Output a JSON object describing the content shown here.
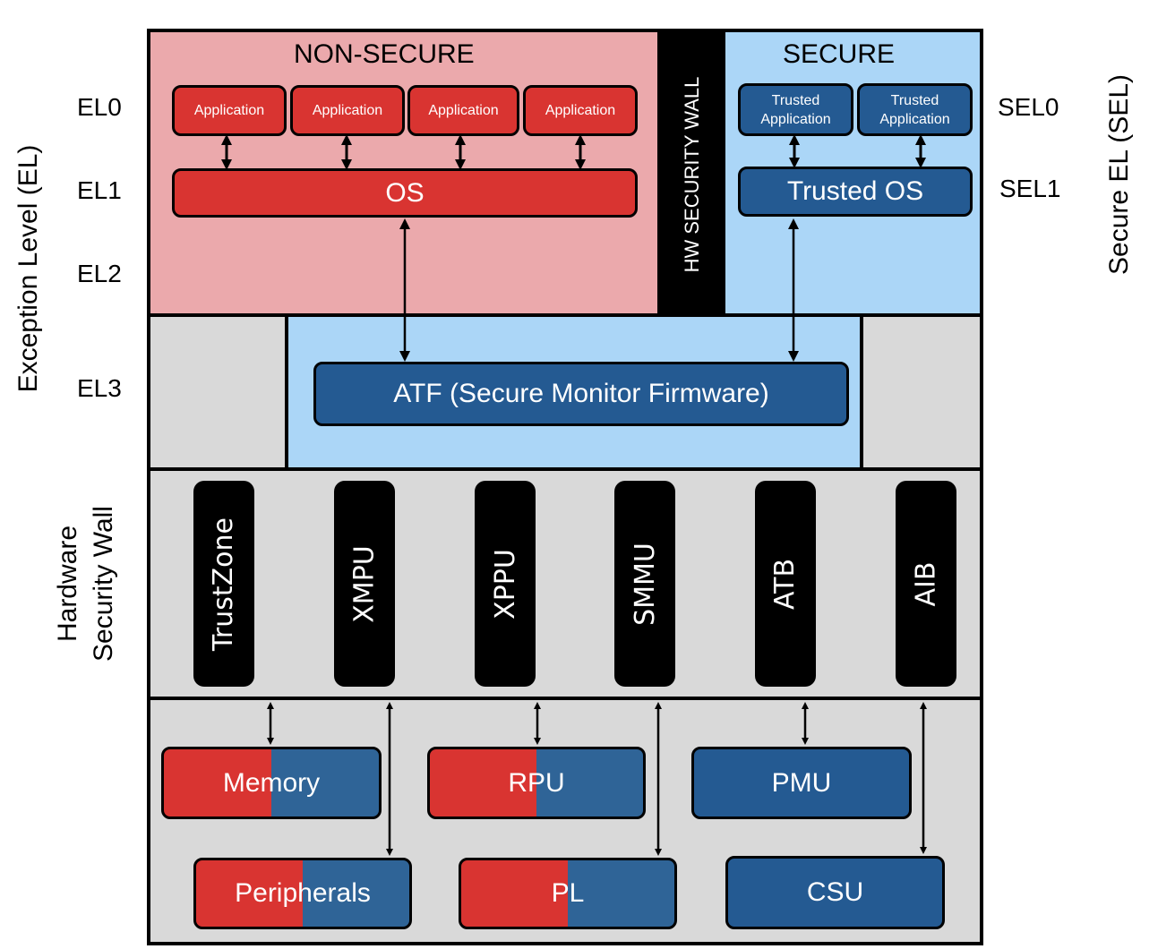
{
  "left_axis": {
    "title": "Exception Level (EL)",
    "levels": [
      "EL0",
      "EL1",
      "EL2",
      "EL3"
    ],
    "hw_wall_label_line1": "Hardware",
    "hw_wall_label_line2": "Security Wall"
  },
  "right_axis": {
    "title": "Secure EL (SEL)",
    "levels": [
      "SEL0",
      "SEL1"
    ]
  },
  "non_secure": {
    "title": "NON-SECURE",
    "applications": [
      "Application",
      "Application",
      "Application",
      "Application"
    ],
    "os": "OS"
  },
  "hw_security_wall": {
    "label": "HW SECURITY WALL"
  },
  "secure": {
    "title": "SECURE",
    "applications": [
      "Trusted Application",
      "Trusted Application"
    ],
    "os": "Trusted OS"
  },
  "el3": {
    "firmware": "ATF (Secure Monitor Firmware)"
  },
  "hardware_wall": {
    "components": [
      "TrustZone",
      "XMPU",
      "XPPU",
      "SMMU",
      "ATB",
      "AIB"
    ]
  },
  "resources": {
    "row1": [
      "Memory",
      "RPU",
      "PMU"
    ],
    "row2": [
      "Peripherals",
      "PL",
      "CSU"
    ]
  },
  "colors": {
    "non_secure_bg": "#eba9ac",
    "secure_bg": "#abd6f7",
    "red": "#d93431",
    "blue": "#245a92",
    "gray": "#d9d9d9"
  }
}
